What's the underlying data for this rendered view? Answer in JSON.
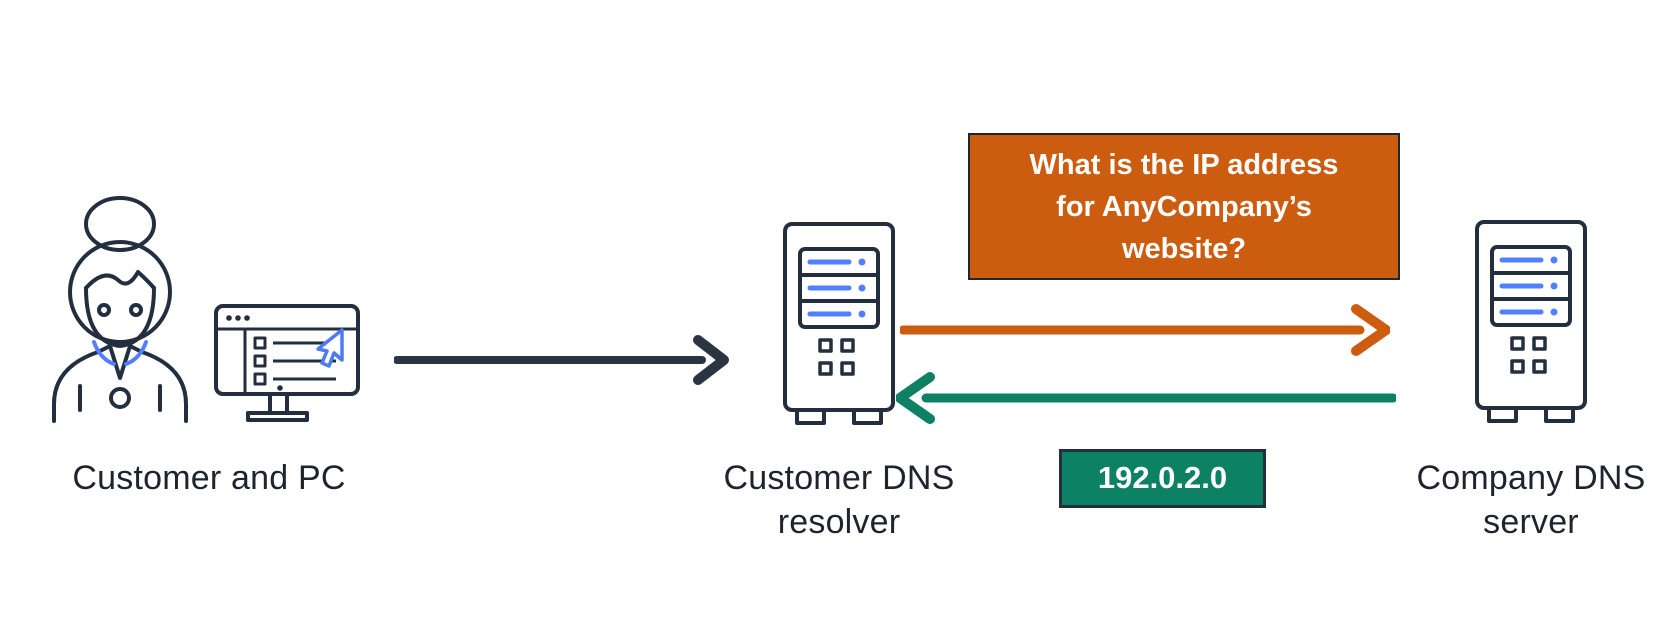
{
  "nodes": [
    {
      "id": "customer-and-pc",
      "lines": [
        "Customer and PC",
        ""
      ]
    },
    {
      "id": "customer-dns-resolver",
      "lines": [
        "Customer DNS",
        "resolver"
      ]
    },
    {
      "id": "company-dns-server",
      "lines": [
        "Company DNS",
        "server"
      ]
    }
  ],
  "query_box": {
    "lines": [
      "What is the IP address",
      "for AnyCompany’s",
      "website?"
    ]
  },
  "response_box": {
    "value": "192.0.2.0"
  },
  "arrows": [
    {
      "id": "customer-to-resolver",
      "direction": "right",
      "color": "#2b3541"
    },
    {
      "id": "resolver-to-company-query",
      "direction": "right",
      "color": "#cc5c0f"
    },
    {
      "id": "company-to-resolver-response",
      "direction": "left",
      "color": "#0e8165"
    }
  ],
  "colors": {
    "outline_navy": "#232f3e",
    "accent_blue": "#527fff",
    "cursor_blue": "#4d7cf0",
    "arrow_dark": "#2b3541",
    "orange": "#cc5c0f",
    "green": "#0e8165",
    "label_text": "#1d242e",
    "box_text": "#ffffff"
  }
}
